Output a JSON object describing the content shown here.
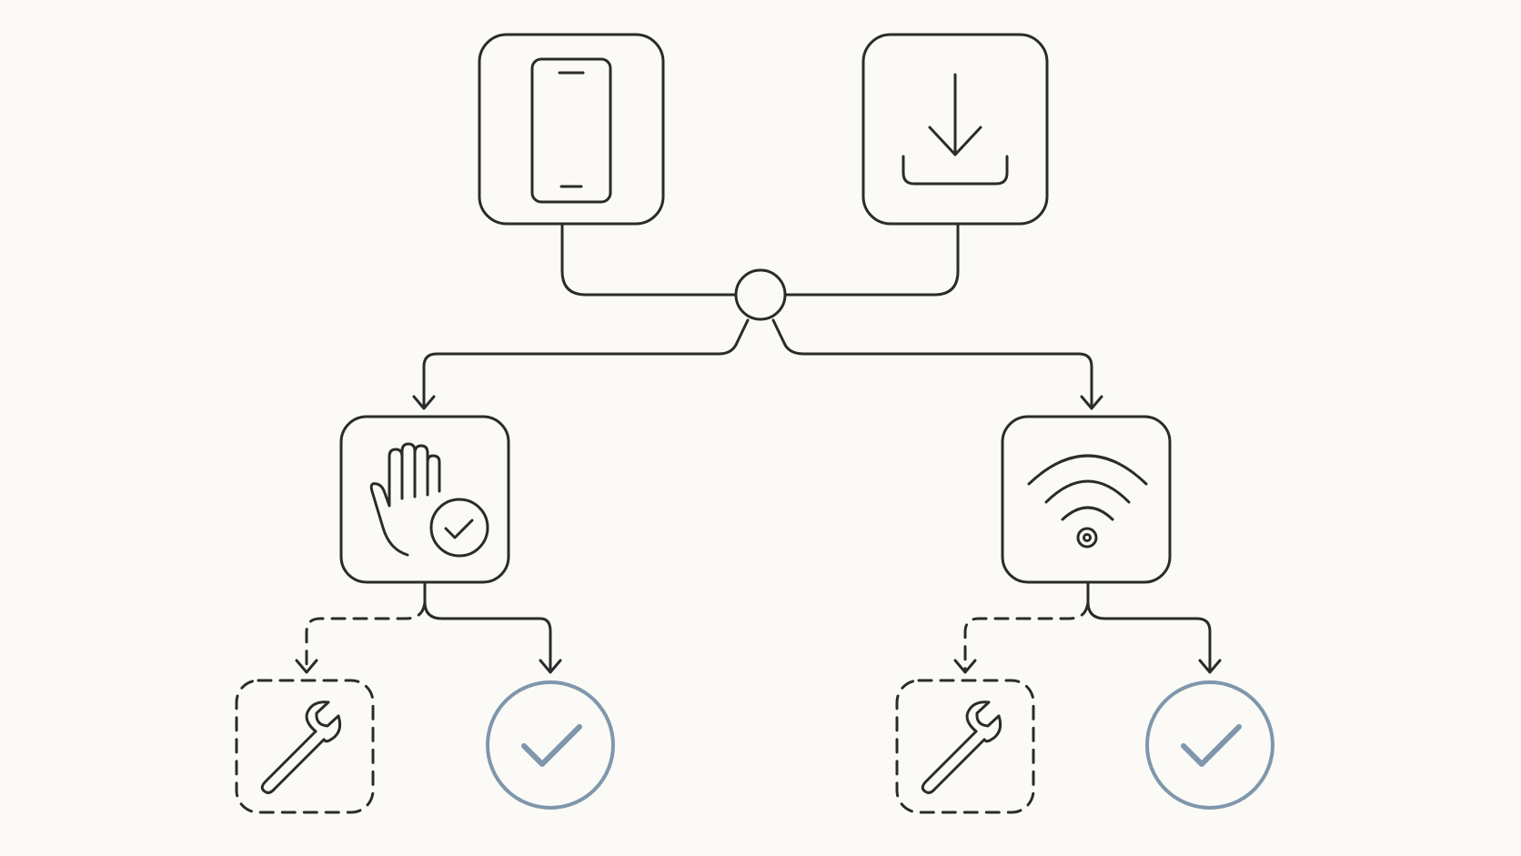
{
  "diagram": {
    "colors": {
      "background": "#fbfaf6",
      "stroke": "#2b2b2b",
      "success": "#7f97ad"
    },
    "nodes": [
      {
        "id": "phone",
        "icon": "smartphone-icon",
        "style": "solid"
      },
      {
        "id": "download",
        "icon": "download-icon",
        "style": "solid"
      },
      {
        "id": "junction",
        "icon": "junction-circle",
        "style": "solid"
      },
      {
        "id": "hand-verify",
        "icon": "hand-check-icon",
        "style": "solid"
      },
      {
        "id": "wifi",
        "icon": "wifi-icon",
        "style": "solid"
      },
      {
        "id": "repair-left",
        "icon": "wrench-icon",
        "style": "dashed"
      },
      {
        "id": "success-left",
        "icon": "check-circle-icon",
        "style": "solid"
      },
      {
        "id": "repair-right",
        "icon": "wrench-icon",
        "style": "dashed"
      },
      {
        "id": "success-right",
        "icon": "check-circle-icon",
        "style": "solid"
      }
    ],
    "edges": [
      {
        "from": "phone",
        "to": "junction",
        "style": "solid"
      },
      {
        "from": "download",
        "to": "junction",
        "style": "solid"
      },
      {
        "from": "junction",
        "to": "hand-verify",
        "style": "solid",
        "arrow": true
      },
      {
        "from": "junction",
        "to": "wifi",
        "style": "solid",
        "arrow": true
      },
      {
        "from": "hand-verify",
        "to": "repair-left",
        "style": "dashed",
        "arrow": true
      },
      {
        "from": "hand-verify",
        "to": "success-left",
        "style": "solid",
        "arrow": true
      },
      {
        "from": "wifi",
        "to": "repair-right",
        "style": "dashed",
        "arrow": true
      },
      {
        "from": "wifi",
        "to": "success-right",
        "style": "solid",
        "arrow": true
      }
    ]
  }
}
